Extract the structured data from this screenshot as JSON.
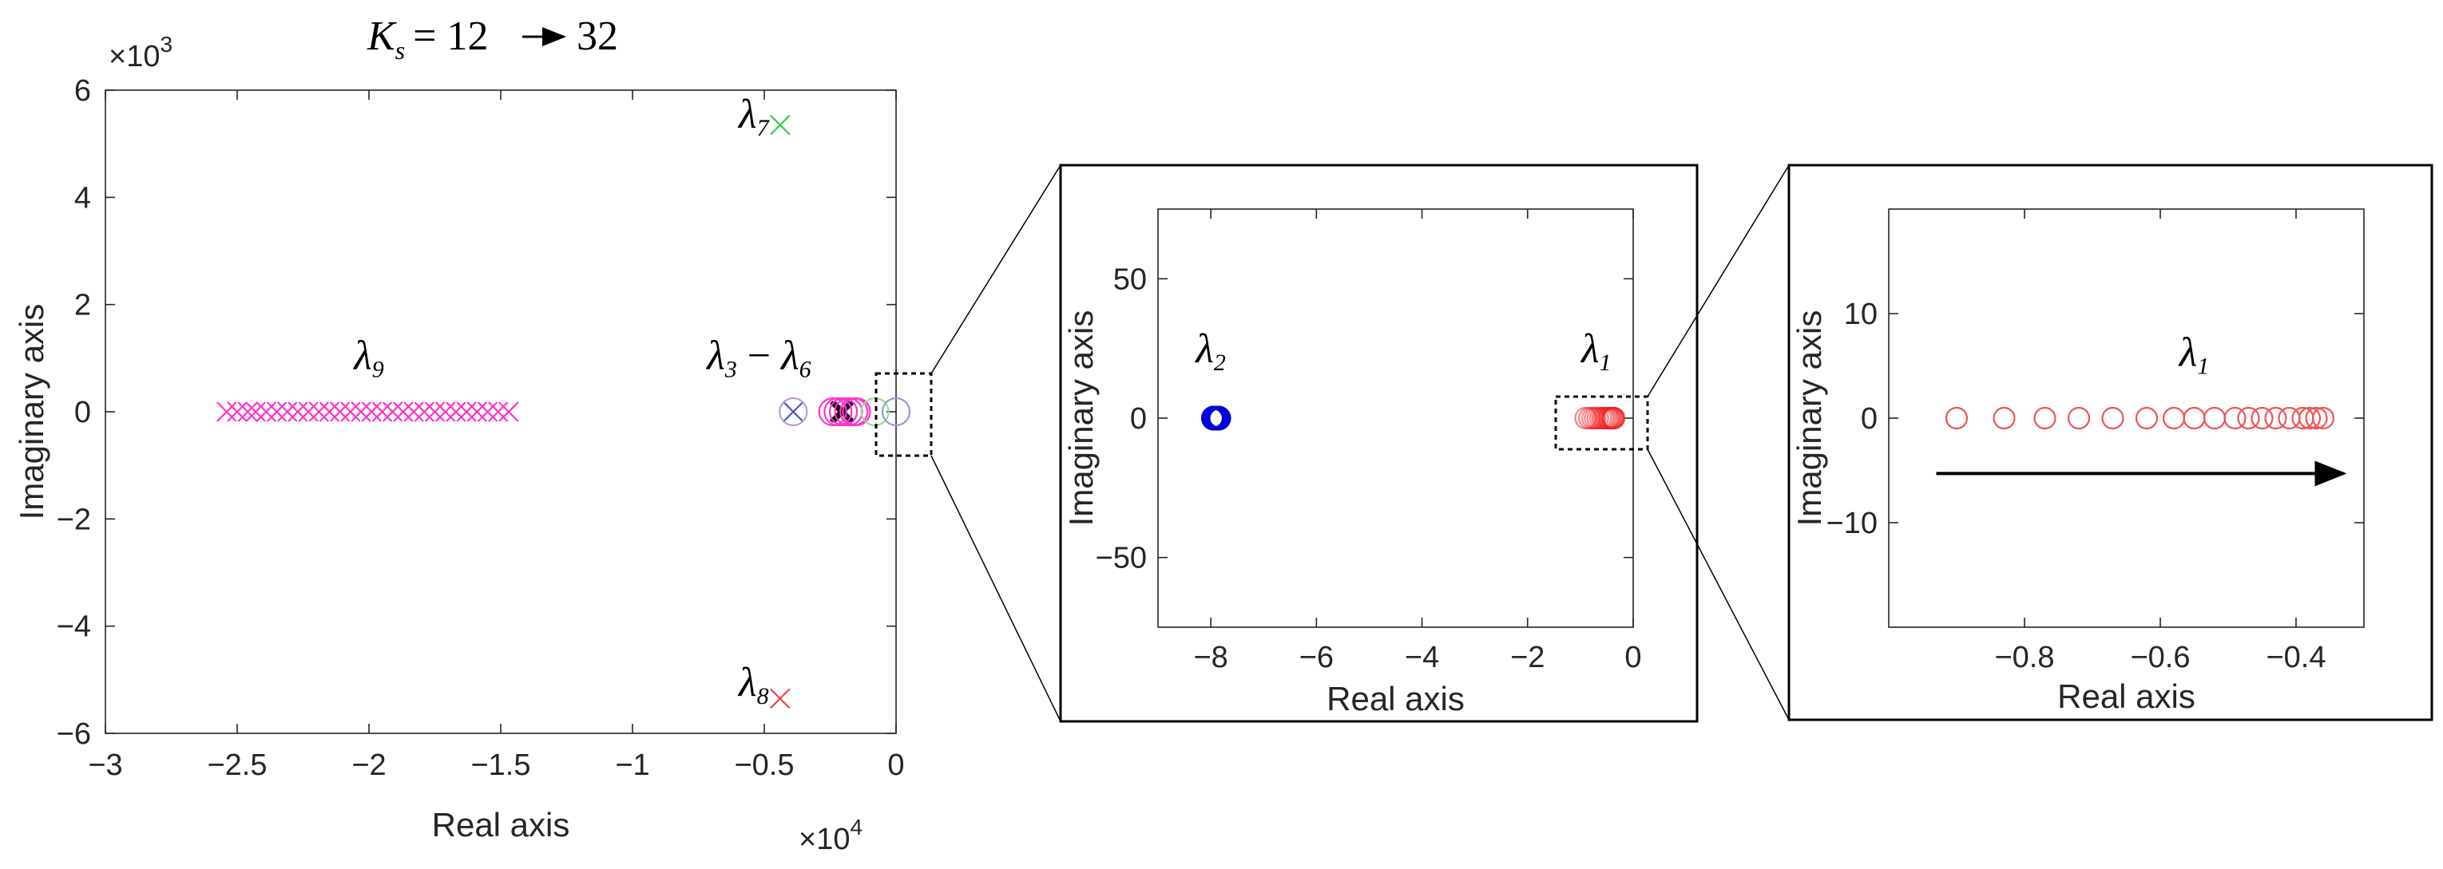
{
  "chart_data": [
    {
      "type": "scatter",
      "title": "K_s = 12 → 32",
      "title_parts": {
        "symbol": "K",
        "subscript": "s",
        "text": "= 12",
        "end": "32"
      },
      "xlabel": "Real axis",
      "ylabel": "Imaginary axis",
      "xlim": [
        -30000,
        0
      ],
      "ylim": [
        -6000,
        6000
      ],
      "xticks": [
        -30000,
        -25000,
        -20000,
        -15000,
        -10000,
        -5000,
        0
      ],
      "xtick_labels": [
        "−3",
        "−2.5",
        "−2",
        "−1.5",
        "−1",
        "−0.5",
        "0"
      ],
      "yticks": [
        6000,
        4000,
        2000,
        0,
        -2000,
        -4000,
        -6000
      ],
      "ytick_labels": [
        "6",
        "4",
        "2",
        "0",
        "−2",
        "−4",
        "−6"
      ],
      "x_exponent": {
        "base": "×10",
        "power": "4"
      },
      "y_exponent": {
        "base": "×10",
        "power": "3"
      },
      "annotations": [
        {
          "symbol": "λ",
          "sub": "9",
          "x": -20000,
          "y": 800
        },
        {
          "symbol": "λ",
          "sub": "7",
          "x": -5400,
          "y": 5300
        },
        {
          "symbol": "λ",
          "sub": "8",
          "x": -5400,
          "y": -5300
        },
        {
          "symbol": "λ",
          "sub": "3",
          "suffix": " − ",
          "symbol2": "λ",
          "sub2": "6",
          "x": -5200,
          "y": 800
        }
      ],
      "series": [
        {
          "marker": "x",
          "color": "#ff33cc",
          "x": [
            -25400,
            -25000,
            -24600,
            -24300,
            -23900,
            -23500,
            -23100,
            -22700,
            -22300,
            -21900,
            -21500,
            -21100,
            -20700,
            -20300,
            -19900,
            -19500,
            -19100,
            -18700,
            -18300,
            -17900,
            -17500,
            -17100,
            -16700,
            -16300,
            -15900,
            -15500,
            -15100,
            -14700
          ],
          "y": [
            0,
            0,
            0,
            0,
            0,
            0,
            0,
            0,
            0,
            0,
            0,
            0,
            0,
            0,
            0,
            0,
            0,
            0,
            0,
            0,
            0,
            0,
            0,
            0,
            0,
            0,
            0,
            0
          ]
        },
        {
          "marker": "x",
          "color": "#33cc44",
          "x": [
            -4400
          ],
          "y": [
            5350
          ]
        },
        {
          "marker": "x",
          "color": "#ee4444",
          "x": [
            -4400
          ],
          "y": [
            -5350
          ]
        },
        {
          "marker": "x",
          "color": "#4455cc",
          "x": [
            -3900
          ],
          "y": [
            0
          ]
        },
        {
          "marker": "o",
          "color": "#bb99dd",
          "x": [
            -3900
          ],
          "y": [
            0
          ]
        },
        {
          "marker": "x",
          "color": "#000000",
          "x": [
            -2000,
            -2100
          ],
          "y": [
            0,
            0
          ]
        },
        {
          "marker": "o",
          "color": "#ff33cc",
          "x": [
            -2400,
            -2200,
            -2000,
            -1800,
            -1600,
            -1500
          ],
          "y": [
            0,
            0,
            0,
            0,
            0,
            0
          ]
        },
        {
          "marker": "o",
          "color": "#99dd99",
          "x": [
            -800
          ],
          "y": [
            0
          ]
        },
        {
          "marker": "o",
          "color": "#9999cc",
          "x": [
            0
          ],
          "y": [
            0
          ]
        }
      ]
    },
    {
      "type": "scatter",
      "xlabel": "Real axis",
      "ylabel": "Imaginary axis",
      "xlim": [
        -9,
        0
      ],
      "ylim": [
        -75,
        75
      ],
      "xticks": [
        -8,
        -6,
        -4,
        -2,
        0
      ],
      "xtick_labels": [
        "−8",
        "−6",
        "−4",
        "−2",
        "0"
      ],
      "yticks": [
        50,
        0,
        -50
      ],
      "ytick_labels": [
        "50",
        "0",
        "−50"
      ],
      "annotations": [
        {
          "symbol": "λ",
          "sub": "2",
          "x": -8,
          "y": 20
        },
        {
          "symbol": "λ",
          "sub": "1",
          "x": -0.7,
          "y": 20
        }
      ],
      "series": [
        {
          "marker": "o",
          "color": "#0000dd",
          "x": [
            -7.95,
            -7.9,
            -7.85
          ],
          "y": [
            0,
            0,
            0
          ]
        },
        {
          "marker": "o",
          "color": "#ee2222",
          "x": [
            -0.9,
            -0.83,
            -0.77,
            -0.72,
            -0.67,
            -0.62,
            -0.58,
            -0.55,
            -0.52,
            -0.49,
            -0.47,
            -0.45,
            -0.43,
            -0.41,
            -0.39,
            -0.38,
            -0.37,
            -0.36
          ],
          "y": [
            0,
            0,
            0,
            0,
            0,
            0,
            0,
            0,
            0,
            0,
            0,
            0,
            0,
            0,
            0,
            0,
            0,
            0
          ]
        }
      ]
    },
    {
      "type": "scatter",
      "xlabel": "Real axis",
      "ylabel": "Imaginary axis",
      "xlim": [
        -1,
        -0.3
      ],
      "ylim": [
        -20,
        20
      ],
      "xticks": [
        -0.8,
        -0.6,
        -0.4
      ],
      "xtick_labels": [
        "−0.8",
        "−0.6",
        "−0.4"
      ],
      "yticks": [
        10,
        0,
        -10
      ],
      "ytick_labels": [
        "10",
        "0",
        "−10"
      ],
      "annotations": [
        {
          "symbol": "λ",
          "sub": "1",
          "x": -0.55,
          "y": 5
        }
      ],
      "arrow": {
        "from": [
          -0.93,
          -5.3
        ],
        "to": [
          -0.33,
          -5.3
        ]
      },
      "series": [
        {
          "marker": "o",
          "color": "#ee5555",
          "x": [
            -0.9,
            -0.83,
            -0.77,
            -0.72,
            -0.67,
            -0.62,
            -0.58,
            -0.55,
            -0.52,
            -0.49,
            -0.47,
            -0.45,
            -0.43,
            -0.41,
            -0.39,
            -0.38,
            -0.37,
            -0.36
          ],
          "y": [
            0,
            0,
            0,
            0,
            0,
            0,
            0,
            0,
            0,
            0,
            0,
            0,
            0,
            0,
            0,
            0,
            0,
            0
          ]
        }
      ]
    }
  ]
}
